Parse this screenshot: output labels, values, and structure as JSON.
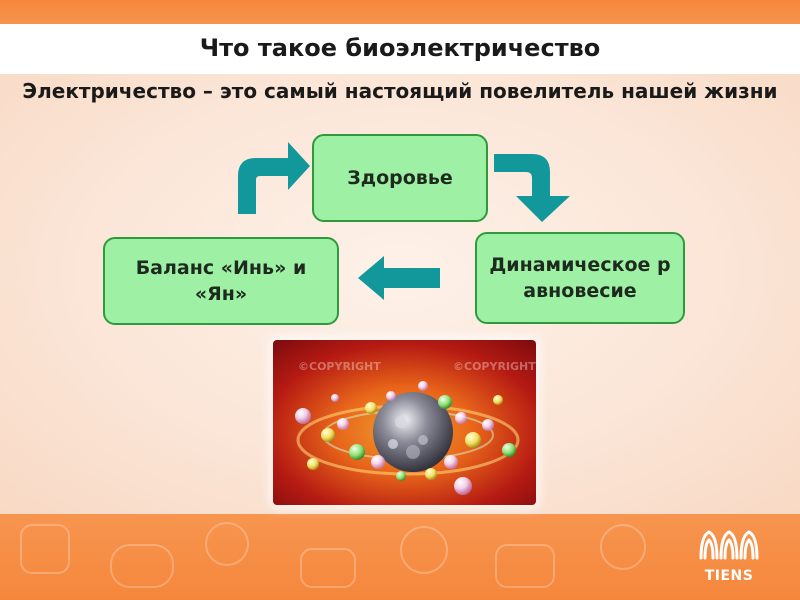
{
  "slide": {
    "title": "Что такое биоэлектричество",
    "subtitle": "Электричество – это самый настоящий повелитель нашей жизни"
  },
  "cycle": {
    "health": "Здоровье",
    "dynamic": "Динамическое равновесие",
    "balance": "Баланс «Инь» и «Ян»"
  },
  "image": {
    "watermark": "©COPYRIGHT"
  },
  "logo": {
    "text": "TIENS"
  },
  "colors": {
    "orange_band": "#f7883d",
    "box_fill": "#9ef0a4",
    "box_border": "#2f9a3d",
    "arrow_teal": "#12989a"
  }
}
